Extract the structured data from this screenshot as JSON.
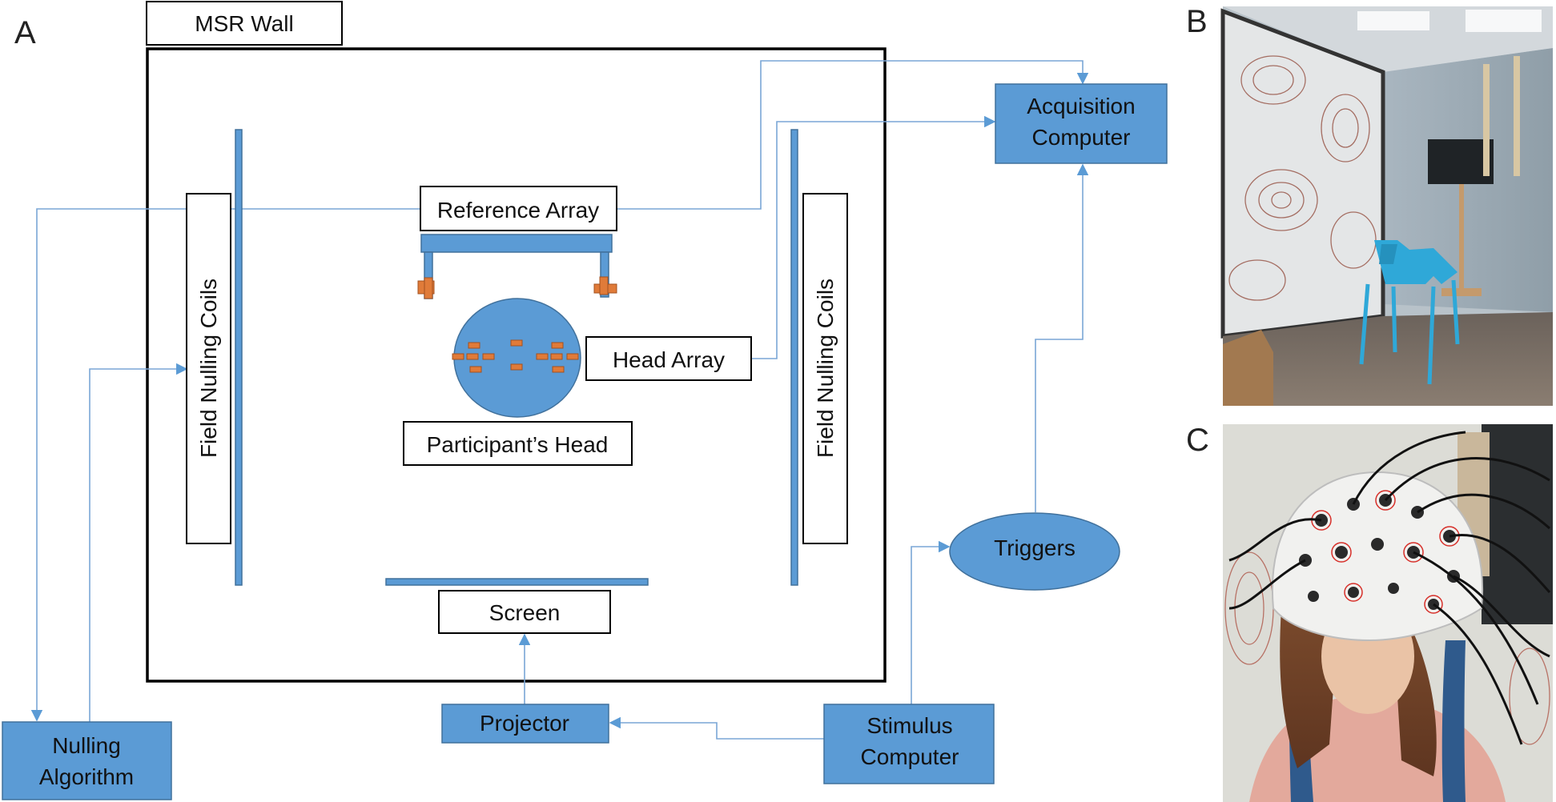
{
  "panels": {
    "a": "A",
    "b": "B",
    "c": "C"
  },
  "labels": {
    "msr_wall": "MSR Wall",
    "reference_array": "Reference Array",
    "head_array": "Head Array",
    "participants_head": "Participant’s Head",
    "field_nulling_coils_left": "Field Nulling Coils",
    "field_nulling_coils_right": "Field Nulling Coils",
    "screen": "Screen",
    "projector": "Projector",
    "triggers": "Triggers",
    "acquisition_computer": [
      "Acquisition",
      "Computer"
    ],
    "stimulus_computer": [
      "Stimulus",
      "Computer"
    ],
    "nulling_algorithm": [
      "Nulling",
      "Algorithm"
    ]
  },
  "colors": {
    "box_fill": "#5b9bd5",
    "box_stroke": "#41719c",
    "wire": "#7aa6d6",
    "sensor": "#e07b39"
  },
  "photos": {
    "b": "photo-room-with-coils-chair-and-monitor",
    "c": "photo-participant-wearing-sensor-helmet"
  }
}
